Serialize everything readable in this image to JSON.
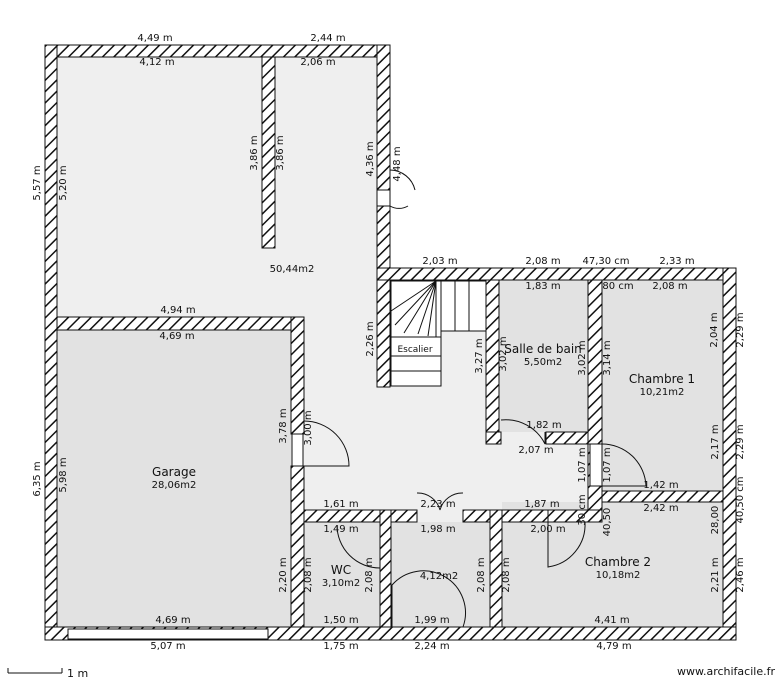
{
  "rooms": [
    {
      "key": "living",
      "name": "",
      "area": "50,44m2"
    },
    {
      "key": "garage",
      "name": "Garage",
      "area": "28,06m2"
    },
    {
      "key": "bath",
      "name": "Salle de bain",
      "area": "5,50m2"
    },
    {
      "key": "bedroom1",
      "name": "Chambre 1",
      "area": "10,21m2"
    },
    {
      "key": "bedroom2",
      "name": "Chambre 2",
      "area": "10,18m2"
    },
    {
      "key": "wc",
      "name": "WC",
      "area": "3,10m2"
    },
    {
      "key": "room-middle",
      "name": "",
      "area": "4,12m2"
    },
    {
      "key": "stairs",
      "name": "Escalier",
      "area": ""
    }
  ],
  "dimensions": [
    "4,49 m",
    "2,44 m",
    "4,12 m",
    "2,06 m",
    "3,86 m",
    "3,86 m",
    "4,36 m",
    "4,48 m",
    "5,57 m",
    "5,20 m",
    "2,03 m",
    "2,08 m",
    "47,30 cm",
    "2,33 m",
    "1,83 m",
    "80 cm",
    "2,08 m",
    "4,94 m",
    "4,69 m",
    "2,26 m",
    "3,27 m",
    "3,02 m",
    "3,02 m",
    "3,14 m",
    "2,04 m",
    "2,29 m",
    "3,78 m",
    "3,00 m",
    "6,35 m",
    "5,98 m",
    "1,82 m",
    "2,07 m",
    "2,17 m",
    "2,29 m",
    "1,61 m",
    "2,23 m",
    "1,87 m",
    "1,07 m",
    "1,07 m",
    "1,42 m",
    "1,49 m",
    "1,98 m",
    "2,00 m",
    "30 cm",
    "40,50",
    "2,42 m",
    "28,00",
    "40,50 cm",
    "2,20 m",
    "2,08 m",
    "2,08 m",
    "2,08 m",
    "2,08 m",
    "2,21 m",
    "2,46 m",
    "4,69 m",
    "1,50 m",
    "1,99 m",
    "4,41 m",
    "5,07 m",
    "1,75 m",
    "2,24 m",
    "4,79 m"
  ],
  "footer": {
    "scale": "1 m",
    "watermark": "www.archifacile.fr"
  }
}
